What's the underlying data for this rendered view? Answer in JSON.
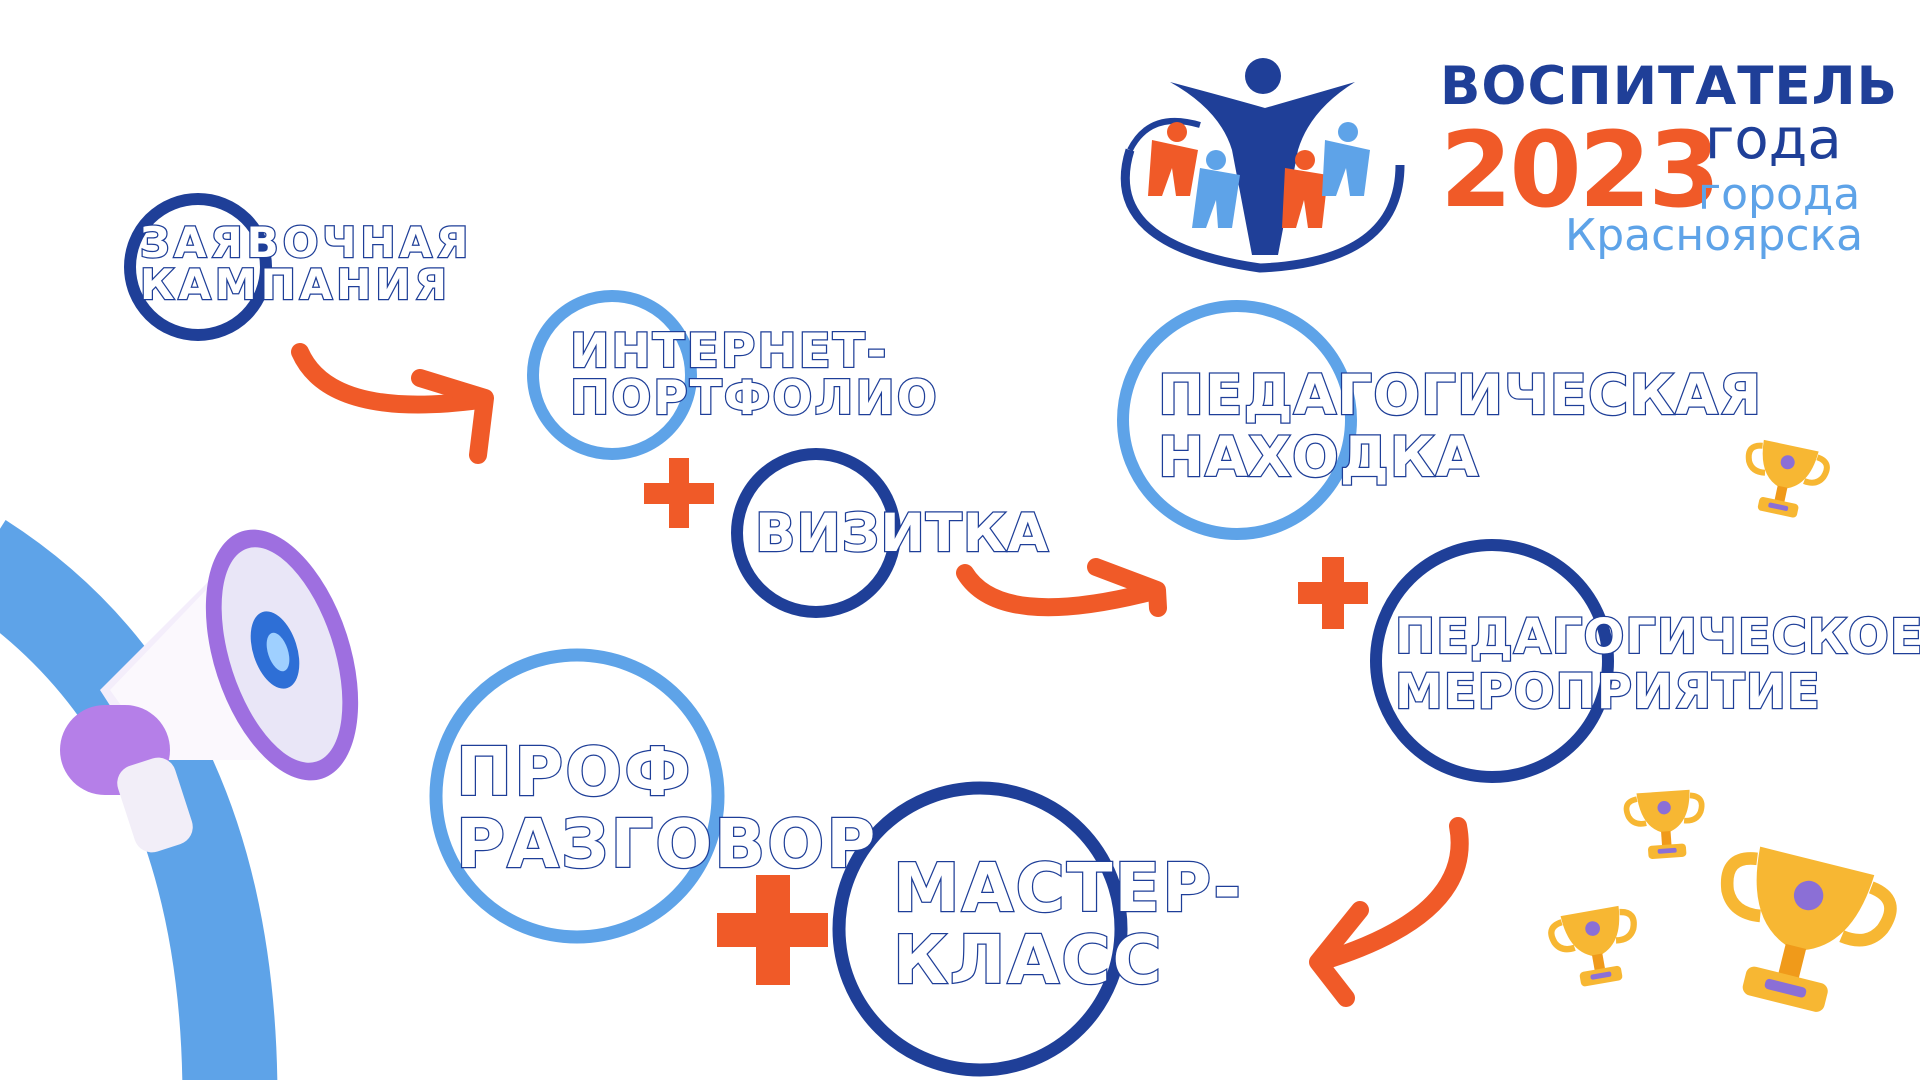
{
  "colors": {
    "navy": "#1f3f98",
    "light_blue": "#5ea3e8",
    "orange": "#f05a28",
    "gold": "#f7b733",
    "lilac": "#c793f0"
  },
  "logo": {
    "title": "ВОСПИТАТЕЛЬ",
    "year": "2023",
    "goda": "года",
    "goroda": "города",
    "city": "Красноярска"
  },
  "stages": [
    {
      "id": "zayavochnaya",
      "label": "ЗАЯВОЧНАЯ\nКАМПАНИЯ"
    },
    {
      "id": "portfolio",
      "label": "ИНТЕРНЕТ-\nПОРТФОЛИО"
    },
    {
      "id": "vizitka",
      "label": "ВИЗИТКА"
    },
    {
      "id": "nakhodka",
      "label": "ПЕДАГОГИЧЕСКАЯ\nНАХОДКА"
    },
    {
      "id": "meropriyatie",
      "label": "ПЕДАГОГИЧЕСКОЕ\nМЕРОПРИЯТИЕ"
    },
    {
      "id": "prof",
      "label": "ПРОФ\nРАЗГОВОР"
    },
    {
      "id": "master",
      "label": "МАСТЕР-\nКЛАСС"
    }
  ],
  "icons": {
    "megaphone": "megaphone-icon",
    "trophy": "trophy-icon",
    "plus": "plus-icon",
    "arrow": "arrow-icon",
    "logo_emblem": "people-emblem-icon"
  }
}
